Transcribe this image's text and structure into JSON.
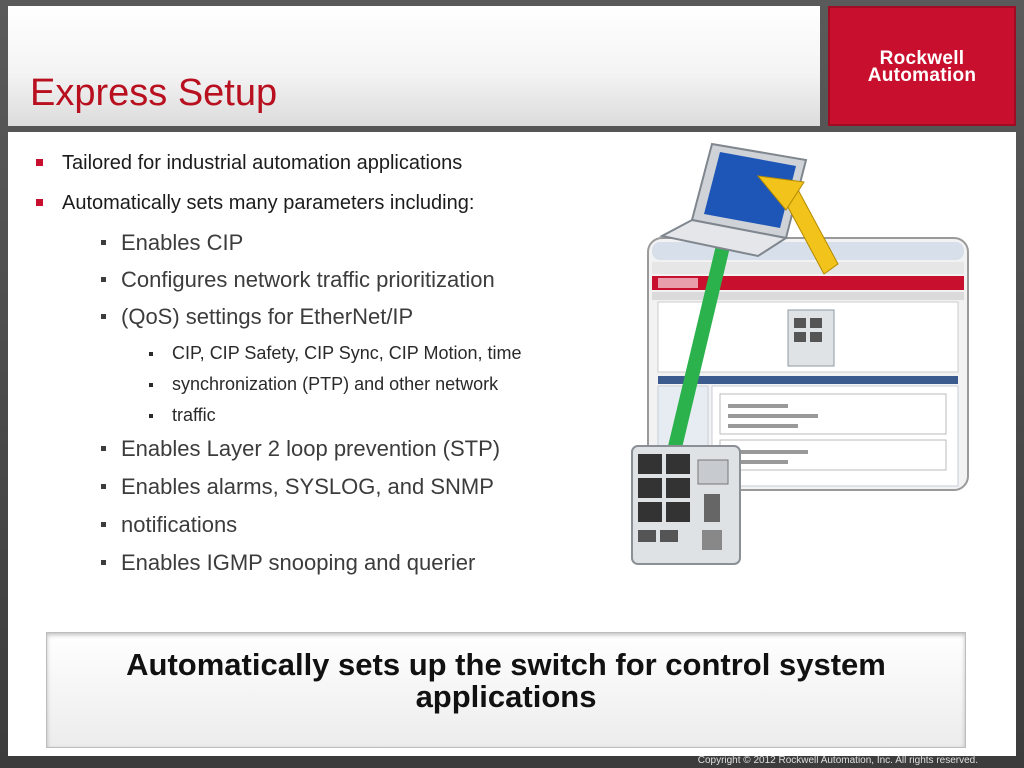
{
  "slide": {
    "title": "Express Setup",
    "logo_line1": "Rockwell",
    "logo_line2": "Automation",
    "bullets": [
      "Tailored for industrial automation applications",
      "Automatically sets many parameters including:"
    ],
    "subbullets": [
      "Enables CIP",
      "Configures network traffic prioritization",
      "(QoS) settings for EtherNet/IP",
      "CIP, CIP Safety, CIP Sync, CIP Motion, time",
      "synchronization (PTP) and other network",
      "traffic",
      "Enables Layer 2 loop prevention (STP)",
      "Enables alarms, SYSLOG, and SNMP",
      "notifications",
      "Enables IGMP snooping and querier"
    ],
    "callout": "Automatically sets up the switch for control system applications",
    "footer": "Copyright © 2012 Rockwell Automation, Inc. All rights reserved."
  },
  "colors": {
    "accent": "#c8102e",
    "title": "#b8101f",
    "arrow_green": "#2bb24c",
    "arrow_yellow": "#f2c31b"
  }
}
